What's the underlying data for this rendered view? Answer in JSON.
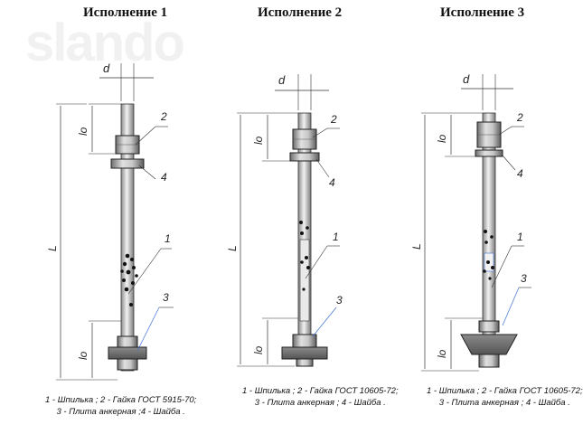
{
  "watermark": "slando",
  "variants": [
    {
      "title": "Исполнение 1",
      "dim_d": "d",
      "dim_lo_top": "lo",
      "dim_L": "L",
      "dim_lo_bottom": "lo",
      "callouts": [
        "2",
        "4",
        "1",
        "3"
      ],
      "caption": [
        "1 - Шпилька ; 2 - Гайка ГОСТ 5915-70;",
        "3 - Плита анкерная ;4 - Шайба ."
      ]
    },
    {
      "title": "Исполнение 2",
      "dim_d": "d",
      "dim_lo_top": "lo",
      "dim_L": "L",
      "dim_lo_bottom": "lo",
      "callouts": [
        "2",
        "4",
        "1",
        "3"
      ],
      "caption": [
        "1 - Шпилька ; 2 - Гайка ГОСТ 10605-72;",
        "3 - Плита анкерная ; 4 - Шайба ."
      ]
    },
    {
      "title": "Исполнение 3",
      "dim_d": "d",
      "dim_lo_top": "lo",
      "dim_L": "L",
      "dim_lo_bottom": "lo",
      "callouts": [
        "2",
        "4",
        "1",
        "3"
      ],
      "caption": [
        "1 - Шпилька ; 2 - Гайка ГОСТ 10605-72;",
        "3 - Плита анкерная ; 4 - Шайба ."
      ]
    }
  ],
  "colors": {
    "line": "#222222",
    "metal_light": "#d9d9d9",
    "metal_dark": "#7a7a7a",
    "plate": "#6b6b6b",
    "accent": "#3d6fd6"
  }
}
